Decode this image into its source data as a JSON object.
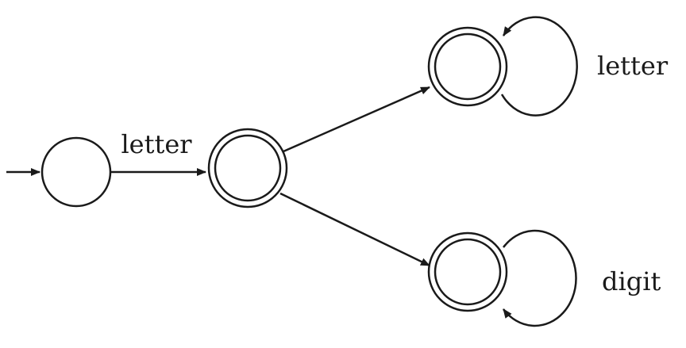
{
  "diagram": {
    "type": "finite-automaton",
    "states": [
      {
        "id": "q0",
        "start": true,
        "accepting": false
      },
      {
        "id": "q1",
        "start": false,
        "accepting": true
      },
      {
        "id": "q2",
        "start": false,
        "accepting": true
      },
      {
        "id": "q3",
        "start": false,
        "accepting": true
      }
    ],
    "transitions": [
      {
        "from": "q0",
        "to": "q1",
        "label": "letter"
      },
      {
        "from": "q1",
        "to": "q2",
        "label": ""
      },
      {
        "from": "q1",
        "to": "q3",
        "label": ""
      },
      {
        "from": "q2",
        "to": "q2",
        "label": "letter"
      },
      {
        "from": "q3",
        "to": "q3",
        "label": "digit"
      }
    ],
    "labels": {
      "q0_to_q1": "letter",
      "q2_loop": "letter",
      "q3_loop": "digit"
    }
  }
}
